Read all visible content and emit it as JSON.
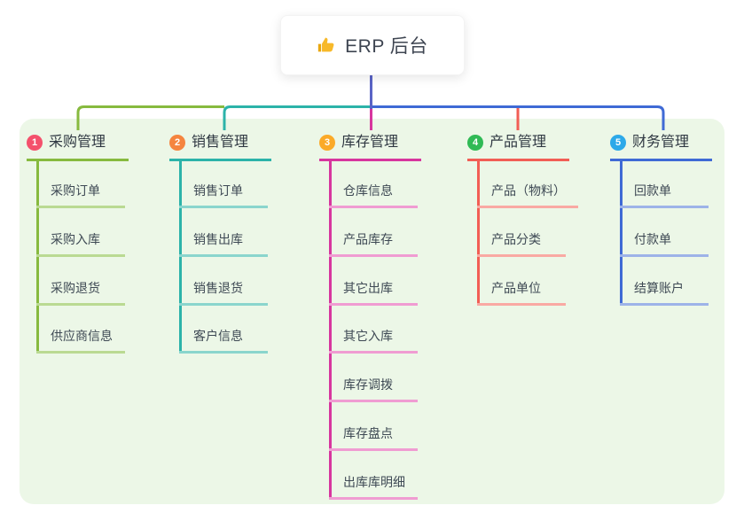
{
  "root": {
    "icon": "thumbs-up",
    "label": "ERP 后台"
  },
  "panel_color": "#ecf7e7",
  "connector": {
    "root_color": "#5a64c6"
  },
  "branches": [
    {
      "index": "1",
      "label": "采购管理",
      "badge_color": "#f4516c",
      "line_color": "#87ba3f",
      "child_line_color": "#bada92",
      "children": [
        "采购订单",
        "采购入库",
        "采购退货",
        "供应商信息"
      ]
    },
    {
      "index": "2",
      "label": "销售管理",
      "badge_color": "#f5853f",
      "line_color": "#2cb3a9",
      "child_line_color": "#8ad5cd",
      "children": [
        "销售订单",
        "销售出库",
        "销售退货",
        "客户信息"
      ]
    },
    {
      "index": "3",
      "label": "库存管理",
      "badge_color": "#fbaa28",
      "line_color": "#d7369e",
      "child_line_color": "#f09cd2",
      "children": [
        "仓库信息",
        "产品库存",
        "其它出库",
        "其它入库",
        "库存调拨",
        "库存盘点",
        "出库库明细"
      ]
    },
    {
      "index": "4",
      "label": "产品管理",
      "badge_color": "#30ba55",
      "line_color": "#f25e55",
      "child_line_color": "#f9a9a3",
      "children": [
        "产品（物料）",
        "产品分类",
        "产品单位"
      ]
    },
    {
      "index": "5",
      "label": "财务管理",
      "badge_color": "#2ca9e9",
      "line_color": "#3f6ad5",
      "child_line_color": "#9db3e8",
      "children": [
        "回款单",
        "付款单",
        "结算账户"
      ]
    }
  ]
}
